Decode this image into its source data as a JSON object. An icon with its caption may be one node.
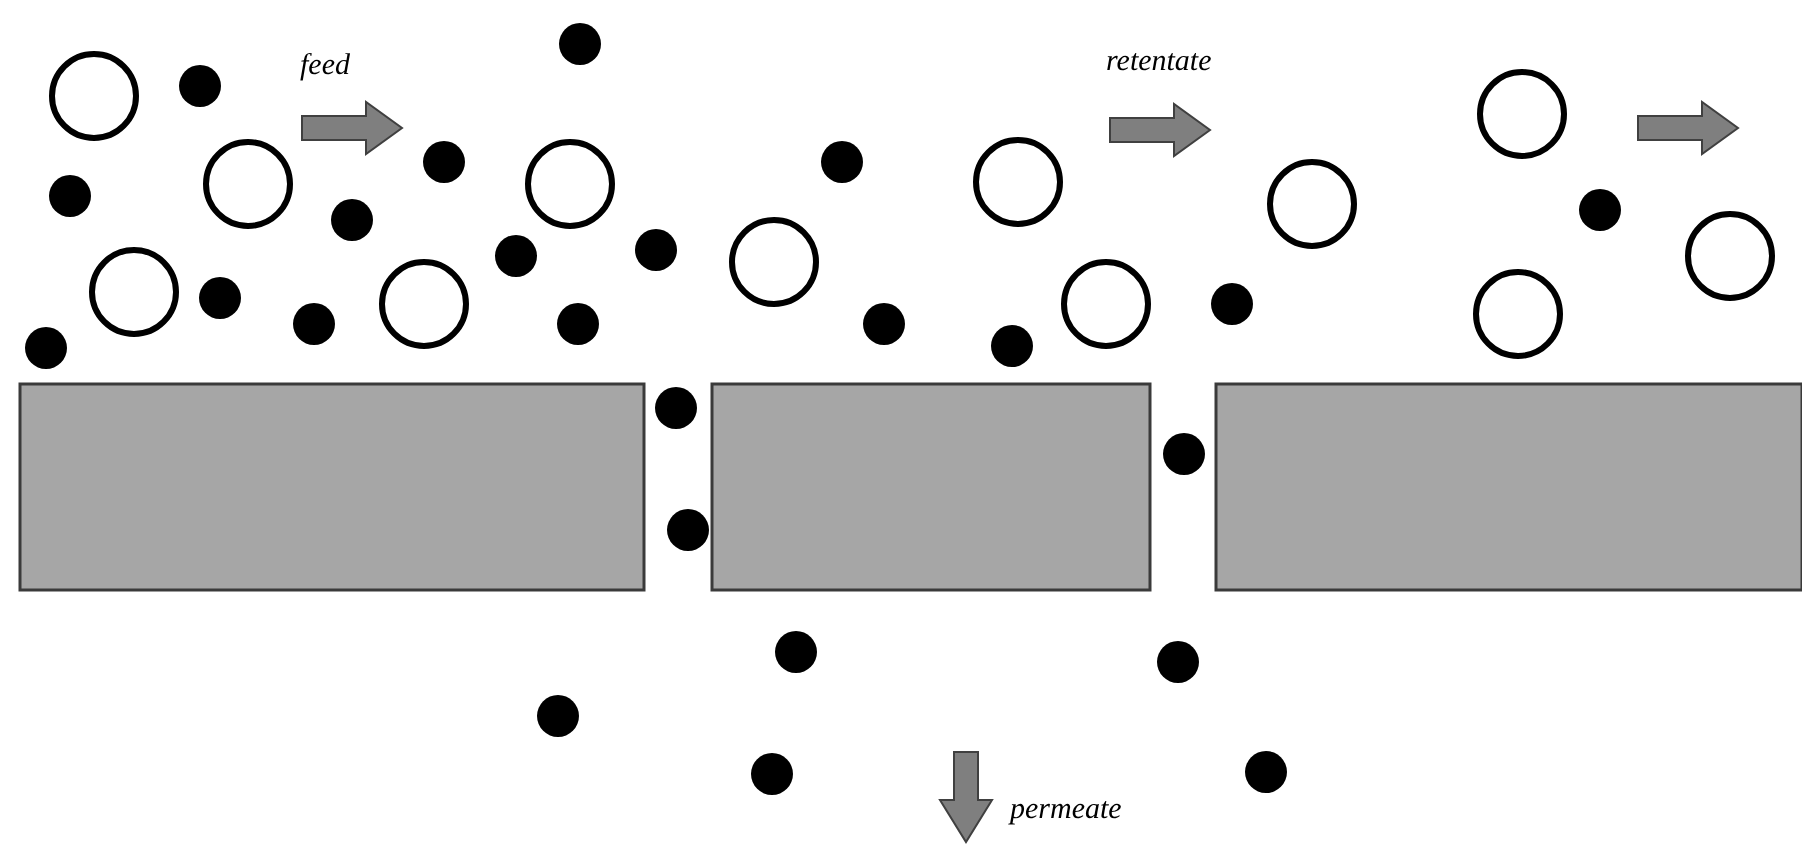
{
  "diagram": {
    "labels": [
      "feed",
      "retentate",
      "permeate"
    ]
  }
}
